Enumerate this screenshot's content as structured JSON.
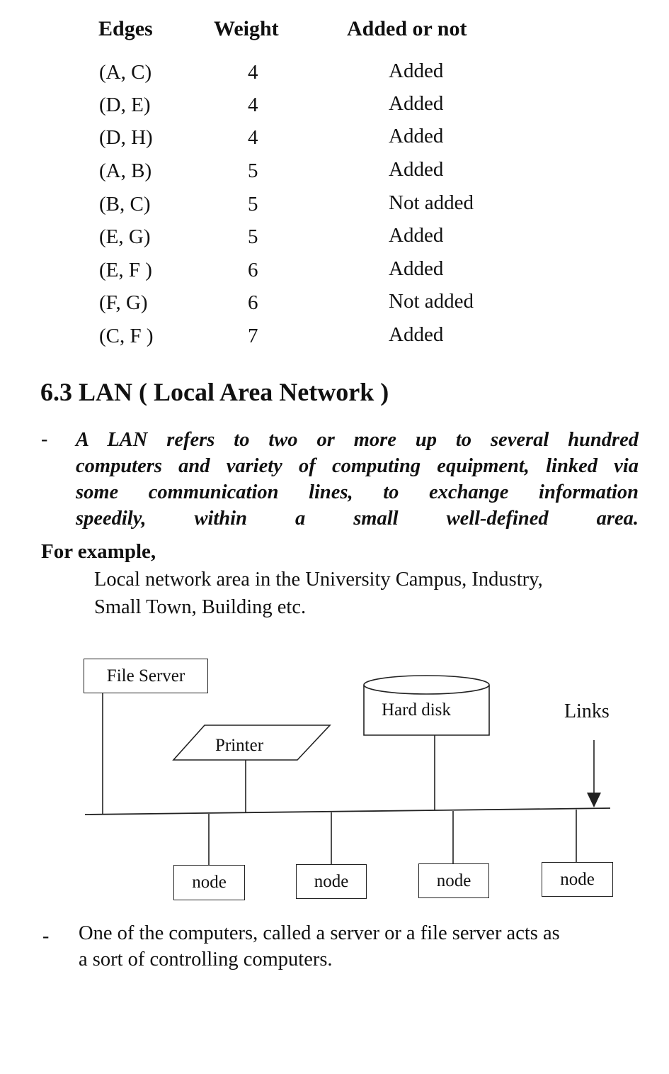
{
  "table": {
    "headers": [
      "Edges",
      "Weight",
      "Added or not"
    ],
    "rows": [
      {
        "edge": "(A, C)",
        "weight": "4",
        "status": "Added"
      },
      {
        "edge": "(D, E)",
        "weight": "4",
        "status": "Added"
      },
      {
        "edge": "(D, H)",
        "weight": "4",
        "status": "Added"
      },
      {
        "edge": "(A, B)",
        "weight": "5",
        "status": "Added"
      },
      {
        "edge": "(B, C)",
        "weight": "5",
        "status": "Not added"
      },
      {
        "edge": "(E, G)",
        "weight": "5",
        "status": "Added"
      },
      {
        "edge": "(E, F )",
        "weight": "6",
        "status": "Added"
      },
      {
        "edge": "(F, G)",
        "weight": "6",
        "status": "Not added"
      },
      {
        "edge": "(C, F )",
        "weight": "7",
        "status": "Added"
      }
    ]
  },
  "section": {
    "heading": "6.3  LAN  ( Local Area Network )"
  },
  "definition": {
    "dash": "-",
    "lines": [
      "A LAN refers to two or more up to several hundred",
      "computers and variety of computing equipment, linked via",
      "some communication lines, to exchange information",
      "speedily, within a small well-defined area."
    ]
  },
  "example": {
    "label": "For example,",
    "lines": [
      "Local network area in the University Campus, Industry,",
      "Small Town,   Building etc."
    ]
  },
  "diagram": {
    "file_server": "File Server",
    "hard_disk": "Hard disk",
    "printer": "Printer",
    "links": "Links",
    "nodes": [
      "node",
      "node",
      "node",
      "node"
    ]
  },
  "bottom": {
    "dash": "-",
    "lines": [
      "One of the computers, called a server or a file server acts as",
      "a sort of controlling computers."
    ]
  }
}
